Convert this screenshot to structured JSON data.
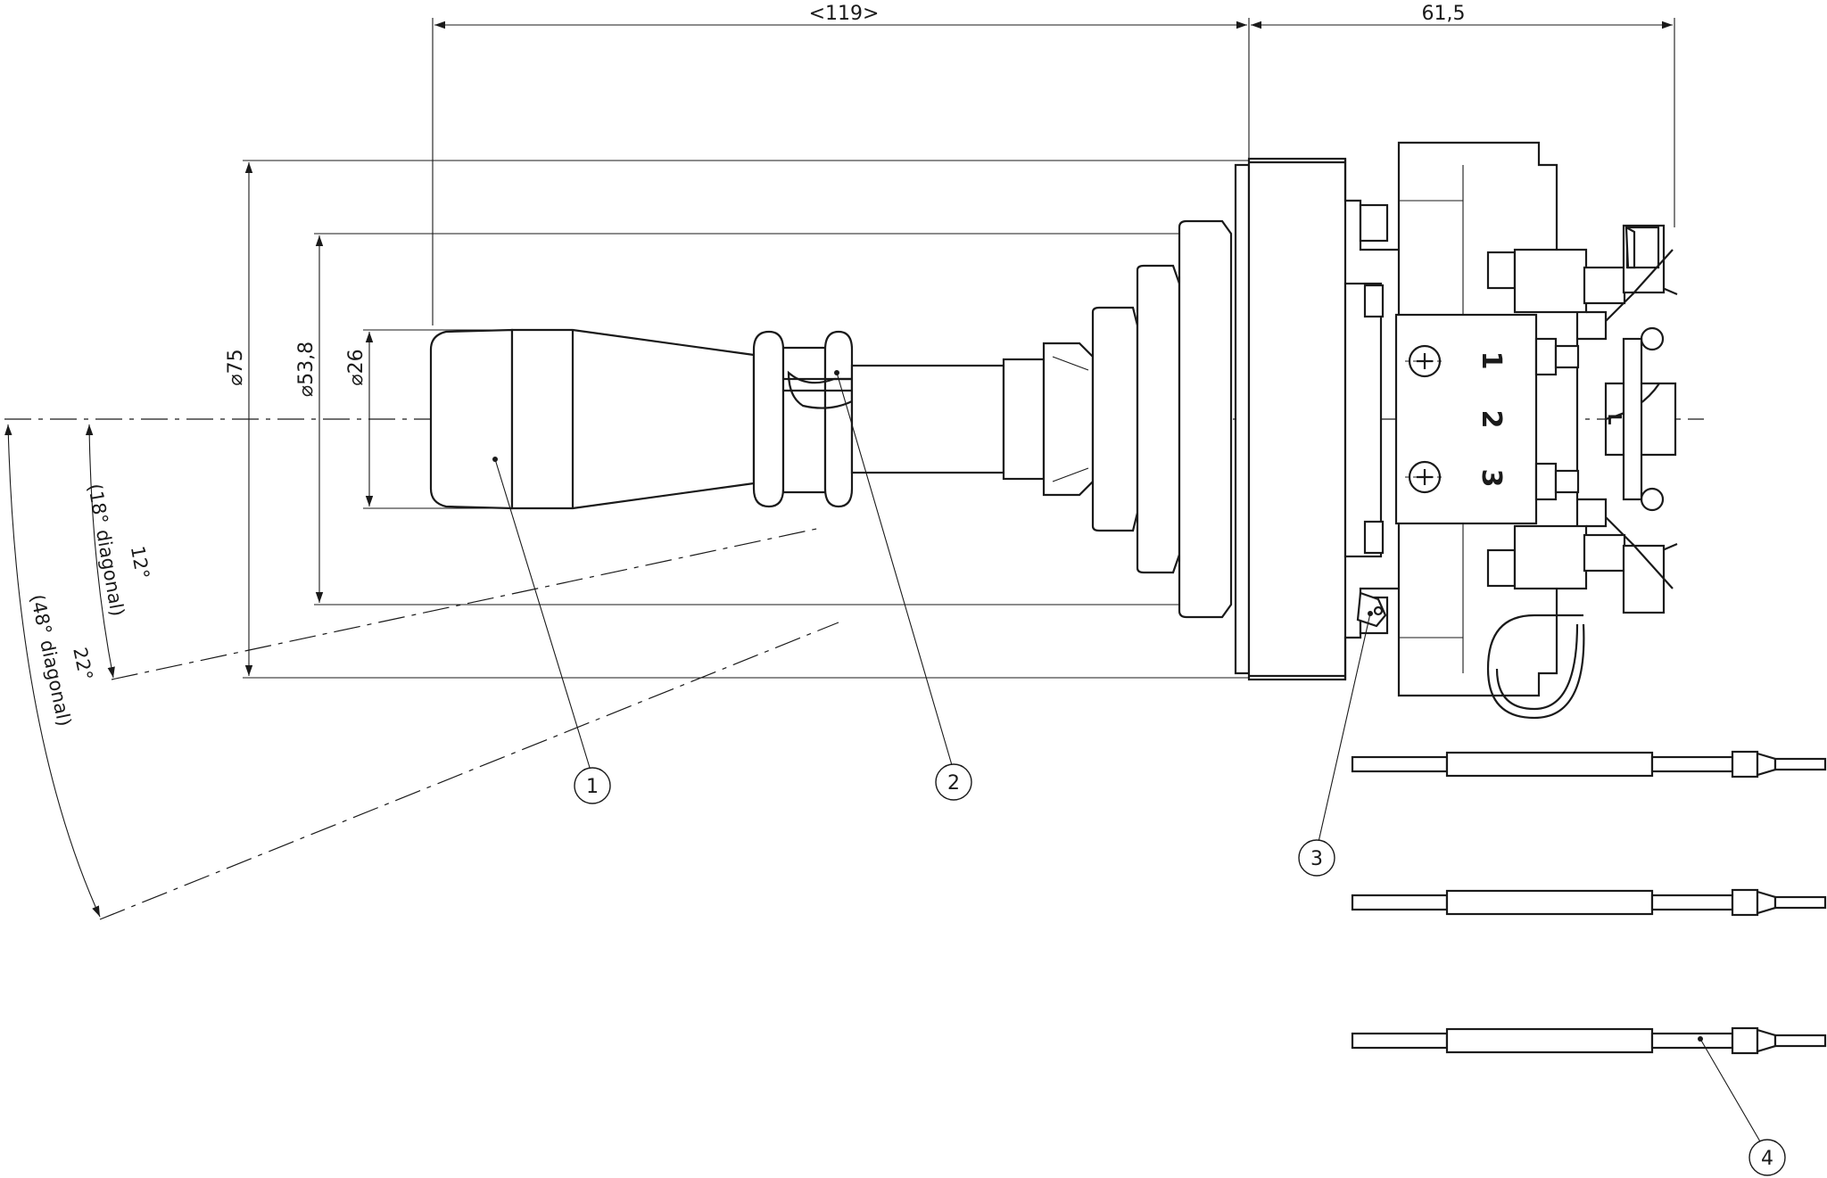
{
  "dimensions": {
    "length_handle": "<119>",
    "length_body": "61,5",
    "dia_base": "⌀75",
    "dia_boot": "⌀53,8",
    "dia_knob": "⌀26"
  },
  "angles": {
    "small_deg": "12°",
    "small_note": "(18° diagonal)",
    "large_deg": "22°",
    "large_note": "(48° diagonal)"
  },
  "balloons": [
    "1",
    "2",
    "3",
    "4"
  ],
  "terminal_numbers": [
    "1",
    "2",
    "3"
  ],
  "polarity_mark": "L"
}
